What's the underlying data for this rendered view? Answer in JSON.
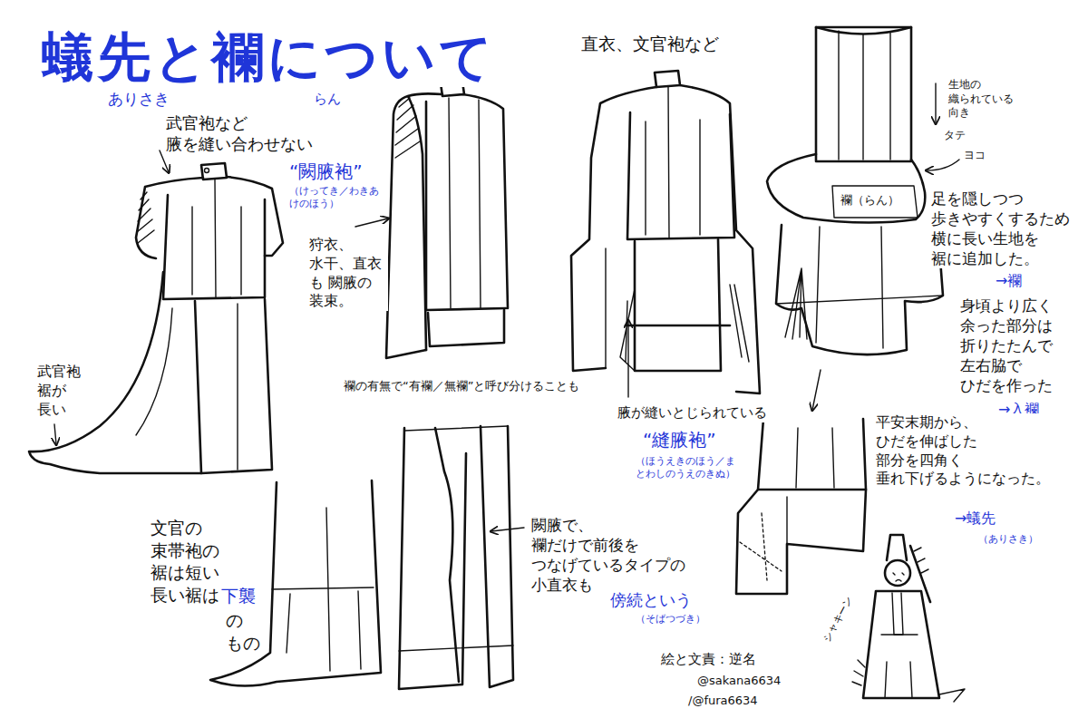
{
  "diagram": {
    "title": "蟻先と襴について",
    "labels": [
      "ありさき",
      "らん",
      "武官袍など 腋を縫い合わせない",
      "“闕腋袍”",
      "（けってき／わきあけのほう）",
      "狩衣、 水干、直衣 も 闕腋の 装束。",
      "武官袍 裾が 長い",
      "直衣、文官袍など",
      "生地の 織られている 向き",
      "タテ",
      "ヨコ",
      "襴（らん）",
      "足を隠しつつ 歩きやすくするため 横に長い生地を 裾に追加した。",
      "→襴",
      "身頃より広く 余った部分は 折りたたんで 左右脇で ひだを作った",
      "→入襴",
      "襴の有無で“有襴／無襴”と呼び分けることも",
      "腋が縫いとじられている",
      "“縫腋袍”",
      "（ほうえきのほう／まとわしのうえのきぬ）",
      "平安末期から、 ひだを伸ばした 部分を四角く 垂れ下げるようになった。",
      "→蟻先",
      "（ありさき）",
      "文官の 束帯袍の 裾は短い 長い裾は",
      "下襲",
      "の もの",
      "闕腋で、 襴だけで前後を つなげているタイプの 小直衣も",
      "傍続という",
      "（そばつづき）",
      "絵と文責：逆名",
      "@sakana6634",
      "/@fura6634",
      "シャキーン"
    ]
  }
}
